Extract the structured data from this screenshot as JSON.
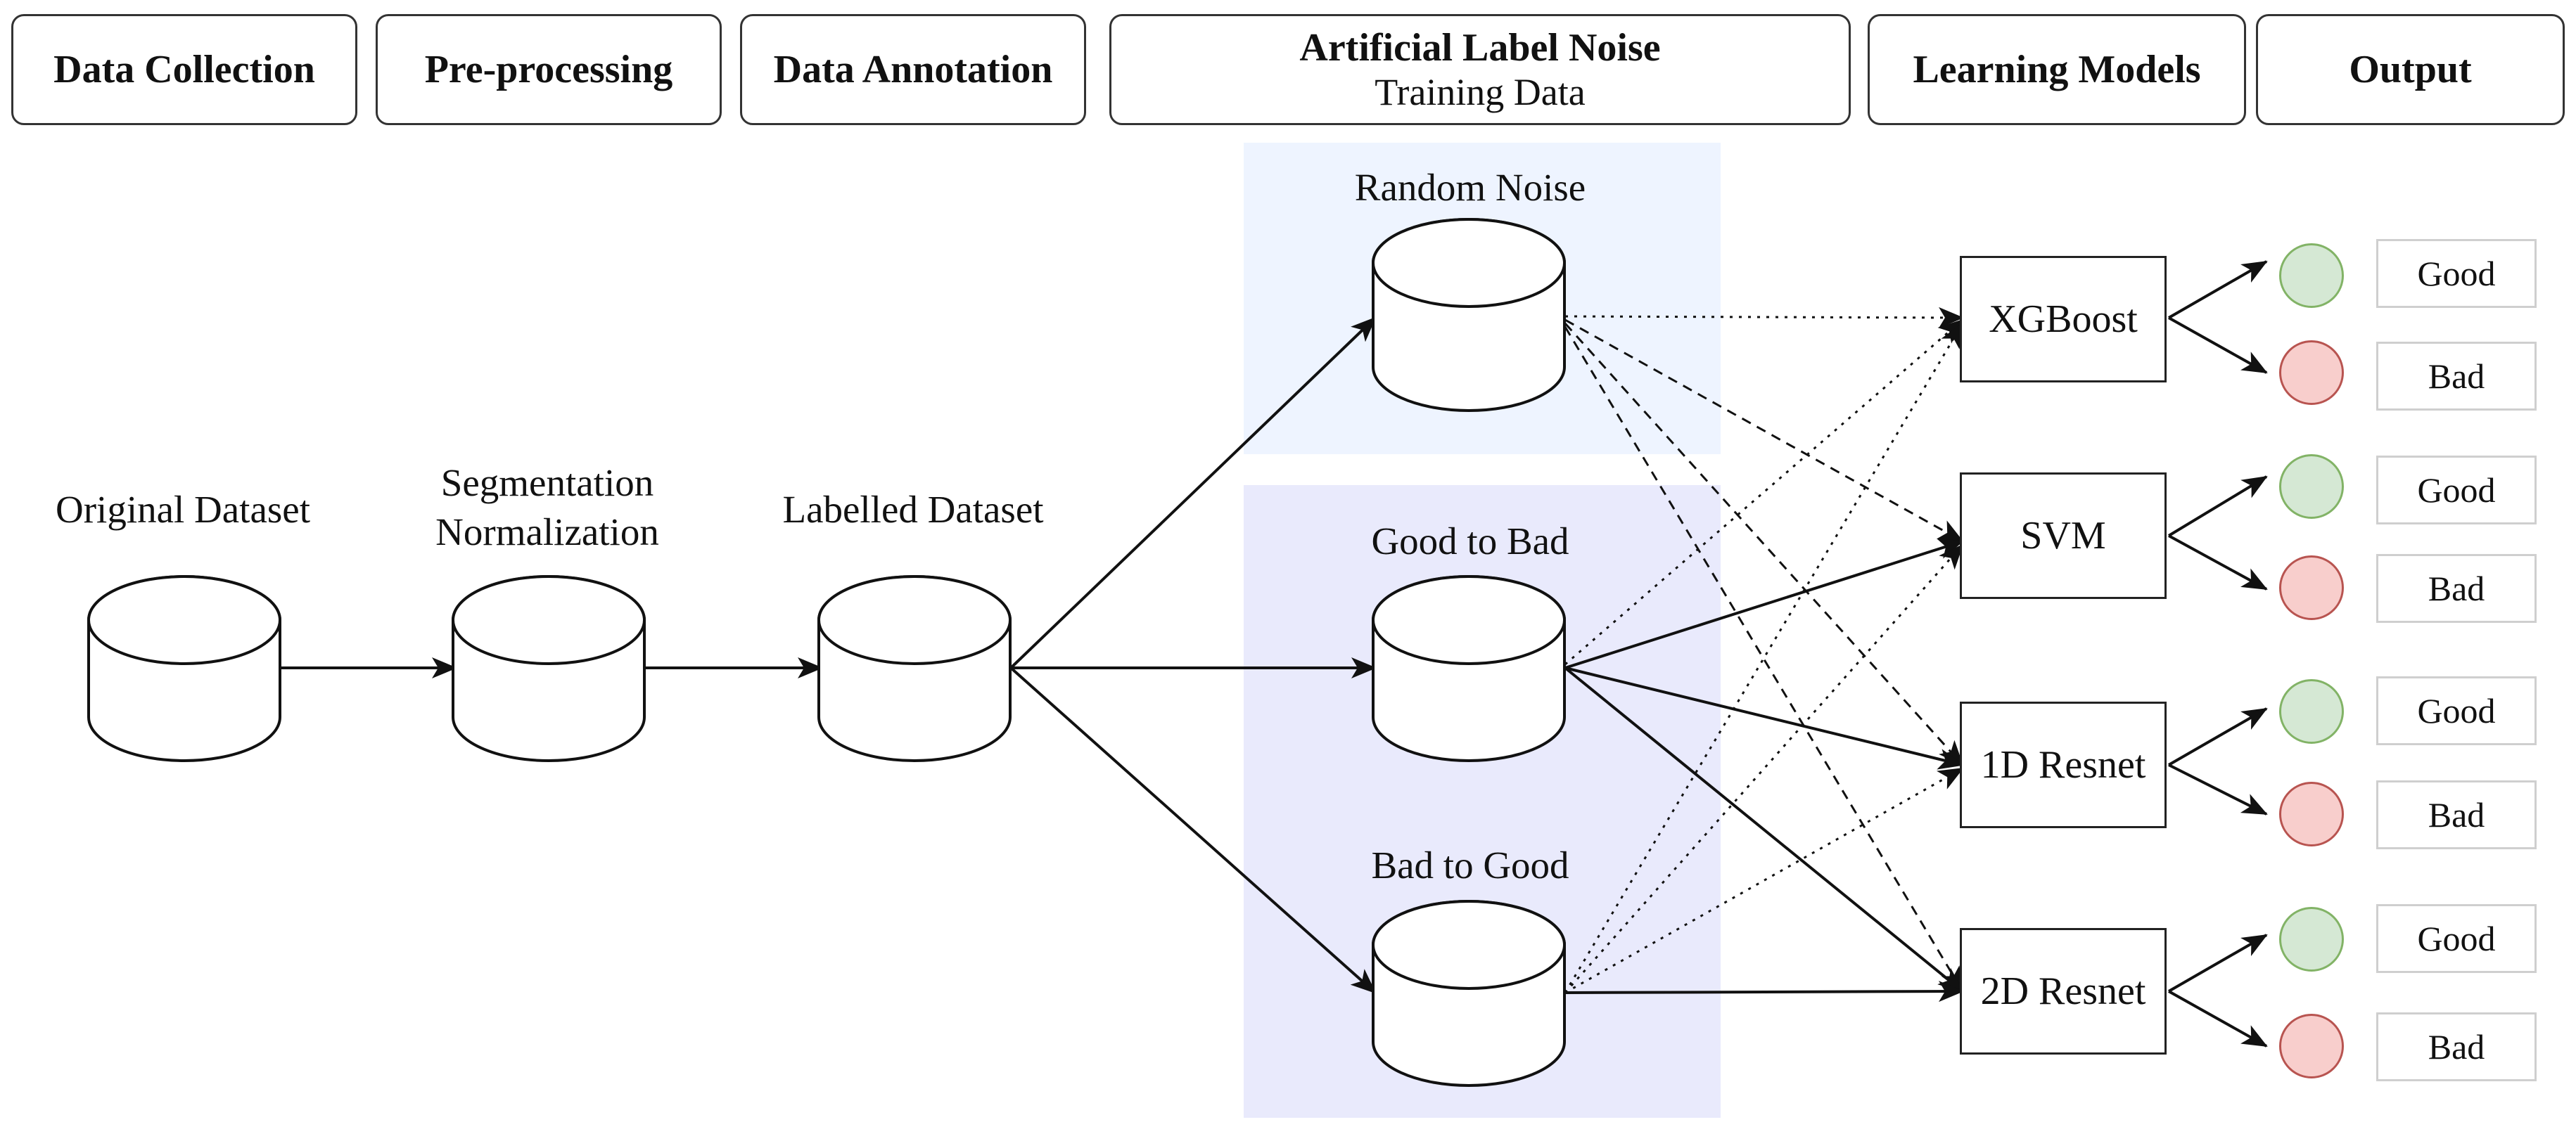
{
  "headers": {
    "data_collection": "Data Collection",
    "pre_processing": "Pre-processing",
    "data_annotation": "Data Annotation",
    "label_noise_title": "Artificial Label Noise",
    "label_noise_sub": "Training Data",
    "learning_models": "Learning Models",
    "output": "Output"
  },
  "datasets": {
    "original": "Original Dataset",
    "segmentation_line1": "Segmentation",
    "segmentation_line2": "Normalization",
    "labelled": "Labelled Dataset"
  },
  "noise": {
    "random": "Random Noise",
    "good_to_bad": "Good to Bad",
    "bad_to_good": "Bad to Good"
  },
  "models": {
    "xgboost": "XGBoost",
    "svm": "SVM",
    "resnet1d": "1D Resnet",
    "resnet2d": "2D Resnet"
  },
  "outputs": {
    "good": "Good",
    "bad": "Bad"
  },
  "colors": {
    "good_fill": "#d5e8d4",
    "good_stroke": "#82b366",
    "bad_fill": "#f8cecc",
    "bad_stroke": "#b85450",
    "region_top": "#eef4ff",
    "region_bottom": "#e9eafc"
  }
}
